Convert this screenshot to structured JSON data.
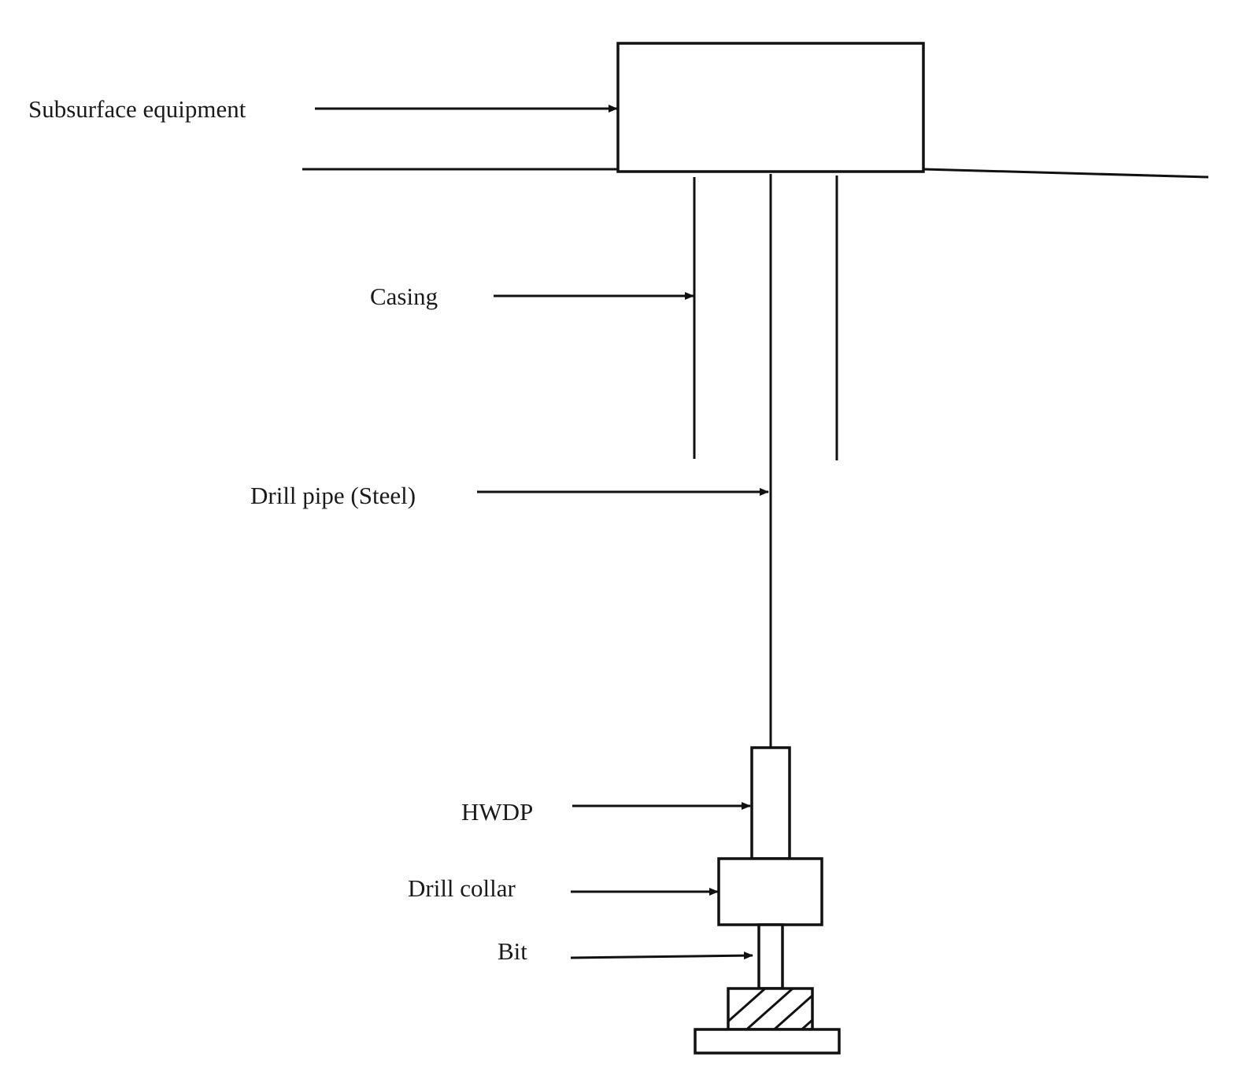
{
  "labels": {
    "subsurface_equipment": "Subsurface equipment",
    "casing": "Casing",
    "drill_pipe": "Drill pipe (Steel)",
    "hwdp": "HWDP",
    "drill_collar": "Drill collar",
    "bit": "Bit"
  },
  "colors": {
    "line": "#111111",
    "text": "#1a1a1a",
    "background": "#ffffff"
  }
}
